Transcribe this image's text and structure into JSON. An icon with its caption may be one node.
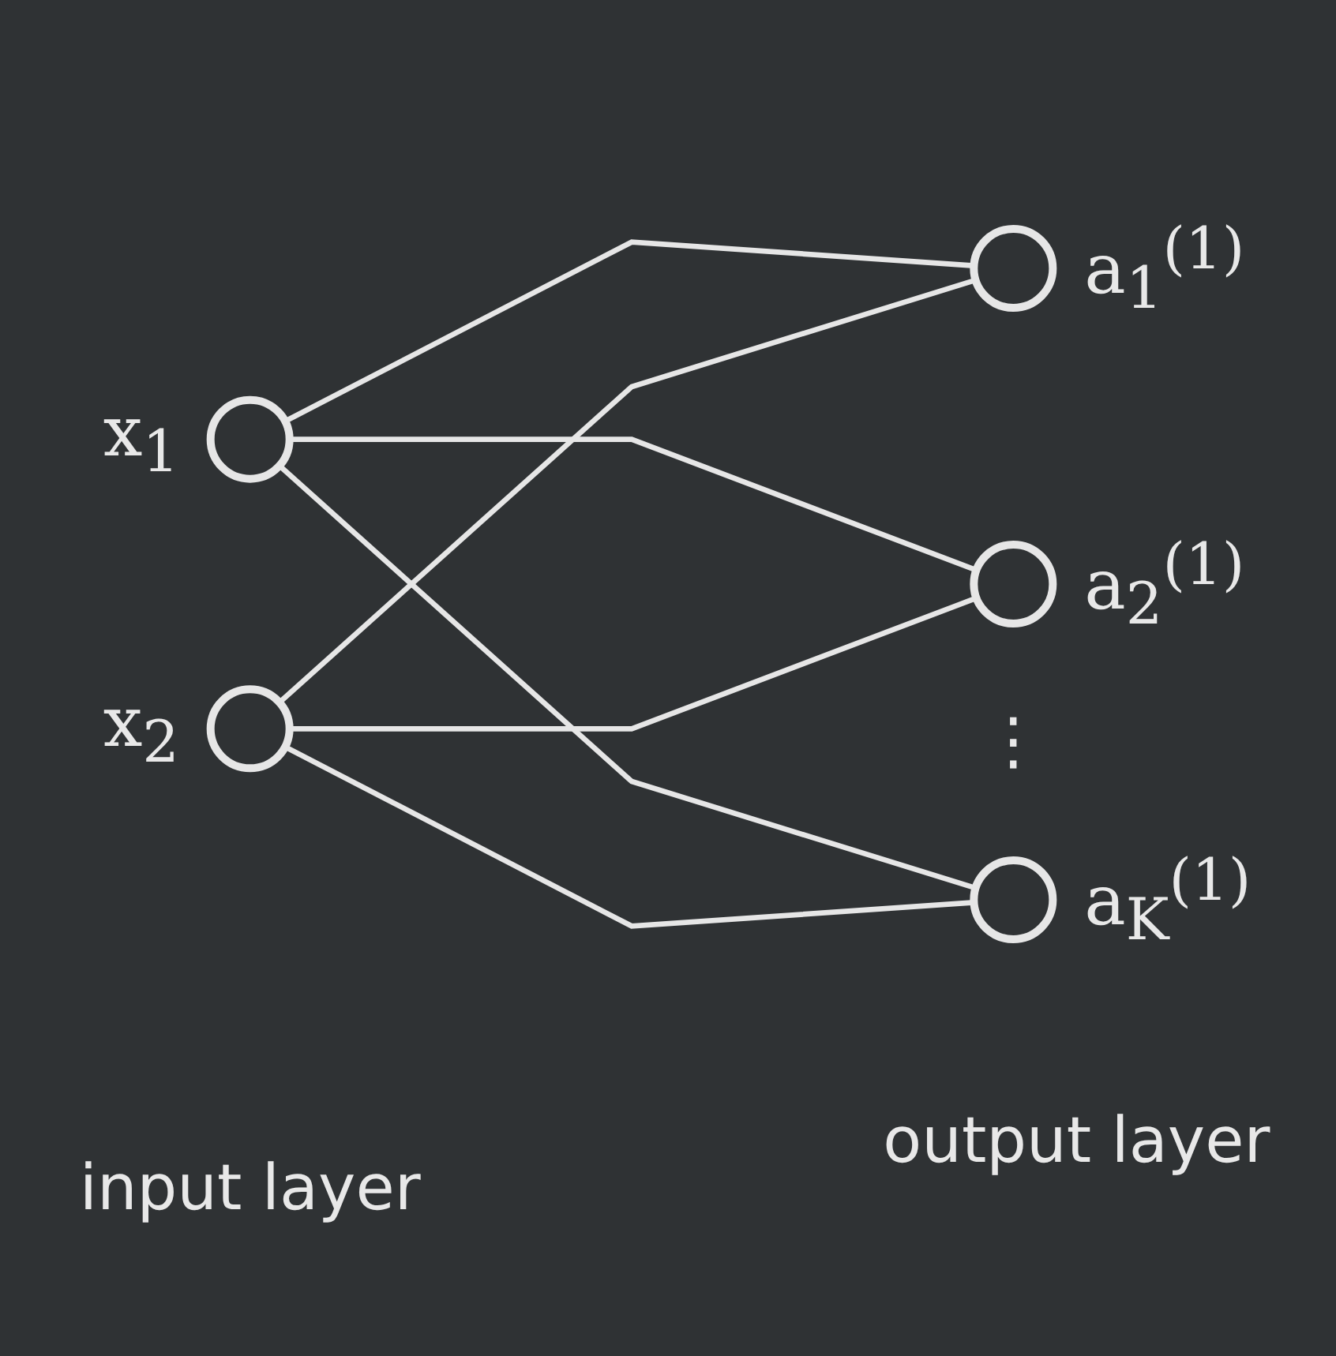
{
  "diagram": {
    "nodes": [
      {
        "text": [],
        "shape": "circle",
        "beside": [
          "x$_{1}$"
        ]
      },
      {
        "text": [],
        "shape": "circle",
        "beside": [
          "x$_{2}$"
        ]
      },
      {
        "text": [],
        "shape": "circle",
        "beside": [
          "a$_{1}$$^{(1)}$"
        ]
      },
      {
        "text": [],
        "shape": "circle",
        "beside": [
          "a$_{2}$$^{(1)}$"
        ]
      },
      {
        "text": [],
        "shape": "circle",
        "beside": [
          "a$_{K}$$^{(1)}$"
        ]
      }
    ],
    "edges": [
      {
        "from": 0,
        "to": 2,
        "arrow": "none"
      },
      {
        "from": 0,
        "to": 3,
        "arrow": "none"
      },
      {
        "from": 0,
        "to": 4,
        "arrow": "none"
      },
      {
        "from": 1,
        "to": 2,
        "arrow": "none"
      },
      {
        "from": 1,
        "to": 3,
        "arrow": "none"
      },
      {
        "from": 1,
        "to": 4,
        "arrow": "none"
      }
    ],
    "labels": [
      "⋮",
      "input layer",
      "output layer"
    ]
  }
}
